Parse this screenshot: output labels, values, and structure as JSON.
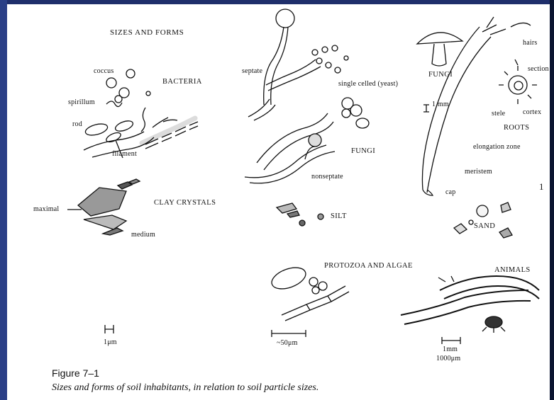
{
  "figure": {
    "title": "SIZES AND FORMS",
    "bacteria": {
      "heading": "BACTERIA",
      "coccus": "coccus",
      "spirillum": "spirillum",
      "rod": "rod",
      "filament": "filament"
    },
    "fungi_center": {
      "septate": "septate",
      "single_celled": "single celled (yeast)",
      "heading": "FUNGI",
      "nonseptate": "nonseptate"
    },
    "roots": {
      "fungi_label": "FUNGI",
      "scale": "1 mm",
      "hairs": "hairs",
      "section": "section",
      "stele": "stele",
      "cortex": "cortex",
      "heading": "ROOTS",
      "elongation": "elongation zone",
      "meristem": "meristem",
      "cap": "cap",
      "margin_mark": "1"
    },
    "clay": {
      "heading": "CLAY CRYSTALS",
      "maximal": "maximal",
      "medium": "medium"
    },
    "silt": "SILT",
    "sand": "SAND",
    "protozoa": "PROTOZOA AND ALGAE",
    "animals": "ANIMALS",
    "scales": {
      "micron": "1μm",
      "fifty": "~50μm",
      "mm": "1mm",
      "thousand": "1000μm"
    }
  },
  "caption": {
    "label": "Figure 7–1",
    "text": "Sizes and forms of soil inhabitants, in relation to soil particle sizes."
  }
}
